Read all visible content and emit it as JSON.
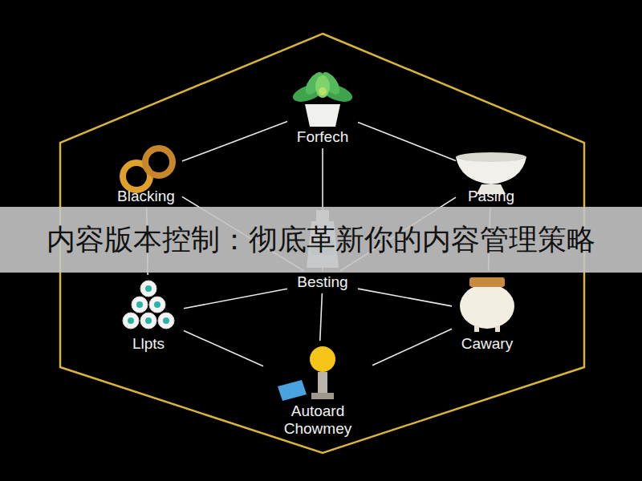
{
  "diagram": {
    "title": "内容版本控制：彻底革新你的内容管理策略",
    "nodes": [
      {
        "text": [
          "Forfech"
        ]
      },
      {
        "text": [
          "Blacking"
        ]
      },
      {
        "text": [
          "Pasing"
        ]
      },
      {
        "text": [
          "Besting"
        ]
      },
      {
        "text": [
          "Llpts"
        ]
      },
      {
        "text": [
          "Cawary"
        ]
      },
      {
        "text": [
          "Autoard Chowmey"
        ]
      }
    ],
    "edges": [
      {
        "from": 0,
        "to": 1,
        "arrow": "none"
      },
      {
        "from": 0,
        "to": 2,
        "arrow": "none"
      },
      {
        "from": 0,
        "to": 3,
        "arrow": "none"
      },
      {
        "from": 1,
        "to": 3,
        "arrow": "none"
      },
      {
        "from": 2,
        "to": 3,
        "arrow": "none"
      },
      {
        "from": 1,
        "to": 4,
        "arrow": "none"
      },
      {
        "from": 2,
        "to": 5,
        "arrow": "none"
      },
      {
        "from": 3,
        "to": 4,
        "arrow": "none"
      },
      {
        "from": 3,
        "to": 5,
        "arrow": "none"
      },
      {
        "from": 3,
        "to": 6,
        "arrow": "none"
      },
      {
        "from": 4,
        "to": 6,
        "arrow": "none"
      },
      {
        "from": 5,
        "to": 6,
        "arrow": "none"
      }
    ]
  }
}
